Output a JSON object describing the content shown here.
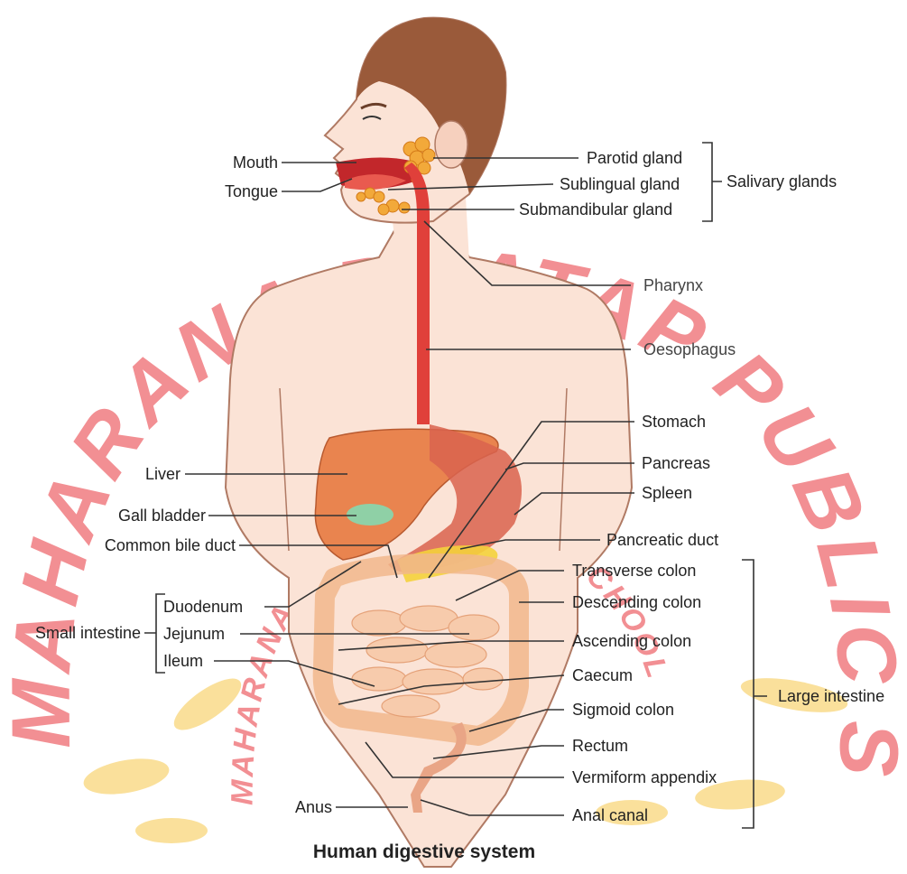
{
  "title": "Human digestive system",
  "watermark": {
    "outer_text": "MAHARANA PRATAP PUBLIC SCHOOL",
    "inner_text": "MAHARANA PRATAP PUBLIC SCHOOL",
    "color": "#e8343b",
    "accent": "#f6c84a"
  },
  "colors": {
    "skin": "#fbe3d6",
    "skin_outline": "#b07a64",
    "hair": "#9a5a3a",
    "oesophagus": "#e0403a",
    "liver": "#e9844f",
    "stomach": "#d9634e",
    "intestine": "#f1b78c",
    "gland": "#f2a93a",
    "gall_bladder": "#8fd0a6"
  },
  "labels_left": {
    "mouth": "Mouth",
    "tongue": "Tongue",
    "liver": "Liver",
    "gall_bladder": "Gall bladder",
    "common_bile_duct": "Common bile duct",
    "duodenum": "Duodenum",
    "jejunum": "Jejunum",
    "ileum": "Ileum",
    "small_intestine": "Small intestine",
    "anus": "Anus"
  },
  "labels_right": {
    "parotid_gland": "Parotid gland",
    "sublingual_gland": "Sublingual gland",
    "submandibular_gland": "Submandibular gland",
    "salivary_glands": "Salivary glands",
    "pharynx": "Pharynx",
    "oesophagus": "Oesophagus",
    "stomach": "Stomach",
    "pancreas": "Pancreas",
    "spleen": "Spleen",
    "pancreatic_duct": "Pancreatic duct",
    "transverse_colon": "Transverse colon",
    "descending_colon": "Descending colon",
    "ascending_colon": "Ascending colon",
    "caecum": "Caecum",
    "sigmoid_colon": "Sigmoid colon",
    "rectum": "Rectum",
    "vermiform_appendix": "Vermiform appendix",
    "anal_canal": "Anal canal",
    "large_intestine": "Large intestine"
  }
}
